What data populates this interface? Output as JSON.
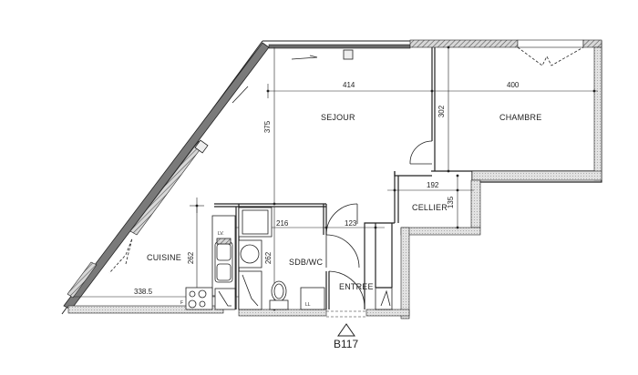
{
  "plan": {
    "reference": "B117",
    "rooms": [
      {
        "name": "SEJOUR"
      },
      {
        "name": "CHAMBRE"
      },
      {
        "name": "CELLIER"
      },
      {
        "name": "CUISINE"
      },
      {
        "name": "SDB/WC"
      },
      {
        "name": "ENTREE"
      }
    ],
    "dimensions": {
      "sejour_width": "414",
      "sejour_height": "375",
      "chambre_width": "400",
      "chambre_height": "302",
      "cellier_width": "192",
      "cellier_height": "135",
      "sdb_width": "216",
      "entree_width": "123",
      "cuisine_height": "262",
      "sdb_height": "262",
      "cuisine_width": "338.5"
    },
    "fixtures": {
      "lave_vaisselle": "LV.",
      "lave_linge": "LL",
      "frigo": "F"
    },
    "colors": {
      "wall": "#3a3a3a",
      "hatch": "#9a9a9a",
      "line": "#222222",
      "background": "#ffffff"
    }
  }
}
